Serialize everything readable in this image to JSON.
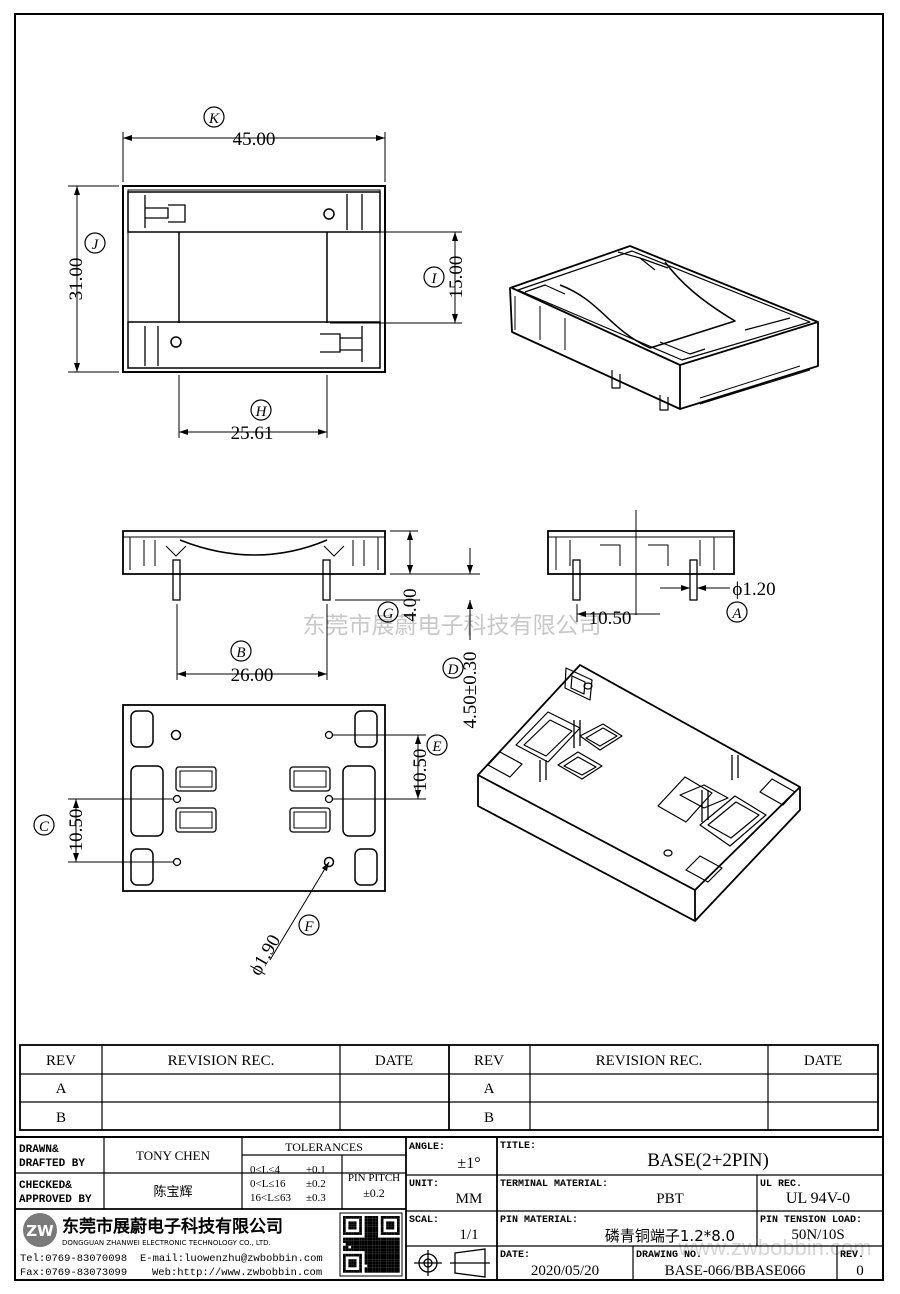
{
  "watermark": {
    "company": "东莞市展蔚电子科技有限公司",
    "site": "www.zwbobbin.com"
  },
  "dims": {
    "k": {
      "tag": "K",
      "value": "45.00"
    },
    "j": {
      "tag": "J",
      "value": "31.00"
    },
    "i": {
      "tag": "I",
      "value": "15.00"
    },
    "h": {
      "tag": "H",
      "value": "25.61"
    },
    "b": {
      "tag": "B",
      "value": "26.00"
    },
    "g": {
      "tag": "G",
      "value": "4.00"
    },
    "a": {
      "tag": "A",
      "value": "10.50",
      "dia": "ϕ1.20"
    },
    "d": {
      "tag": "D",
      "value": "4.50±0.30"
    },
    "e": {
      "tag": "E",
      "value": "10.50"
    },
    "c": {
      "tag": "C",
      "value": "10.50"
    },
    "f": {
      "tag": "F",
      "value": "ϕ1.90"
    }
  },
  "revision_table": {
    "headers": [
      "REV",
      "REVISION REC.",
      "DATE",
      "REV",
      "REVISION REC.",
      "DATE"
    ],
    "rows": [
      [
        "A",
        "",
        "",
        "A",
        "",
        ""
      ],
      [
        "B",
        "",
        "",
        "B",
        "",
        ""
      ]
    ]
  },
  "title_block": {
    "drawn_label_1": "DRAWN&",
    "drawn_label_2": "DRAFTED BY",
    "drawn_by": "TONY CHEN",
    "checked_label_1": "CHECKED&",
    "checked_label_2": "APPROVED BY",
    "checked_by": "陈宝辉",
    "tolerances_label": "TOLERANCES",
    "tolerances": [
      {
        "range": "0<L≤4",
        "value": "±0.1"
      },
      {
        "range": "0<L≤16",
        "value": "±0.2"
      },
      {
        "range": "16<L≤63",
        "value": "±0.3"
      }
    ],
    "pin_pitch_label": "PIN PITCH",
    "pin_pitch": "±0.2",
    "angle_label": "ANGLE:",
    "angle": "±1°",
    "unit_label": "UNIT:",
    "unit": "MM",
    "scale_label": "SCAL:",
    "scale": "1/1",
    "title_label": "TITLE:",
    "title": "BASE(2+2PIN)",
    "terminal_material_label": "TERMINAL MATERIAL:",
    "terminal_material": "PBT",
    "ul_rec_label": "UL REC.",
    "ul_rec": "UL 94V-0",
    "pin_material_label": "PIN MATERIAL:",
    "pin_material": "磷青铜端子1.2*8.0",
    "pin_tension_label": "PIN TENSION LOAD:",
    "pin_tension": "50N/10S",
    "date_label": "DATE:",
    "date": "2020/05/20",
    "drawing_no_label": "DRAWING NO.",
    "drawing_no": "BASE-066/BBASE066",
    "rev_label": "REV.",
    "rev": "0",
    "company_cn": "东莞市展蔚电子科技有限公司",
    "company_en": "DONGGUAN ZHANWEI ELECTRONIC TECHNOLOGY CO., LTD.",
    "tel": "Tel:0769-83070098",
    "email": "E-mail:luowenzhu@zwbobbin.com",
    "fax": "Fax:0769-83073099",
    "web": "Web:http://www.zwbobbin.com",
    "logo_text": "ZW"
  }
}
